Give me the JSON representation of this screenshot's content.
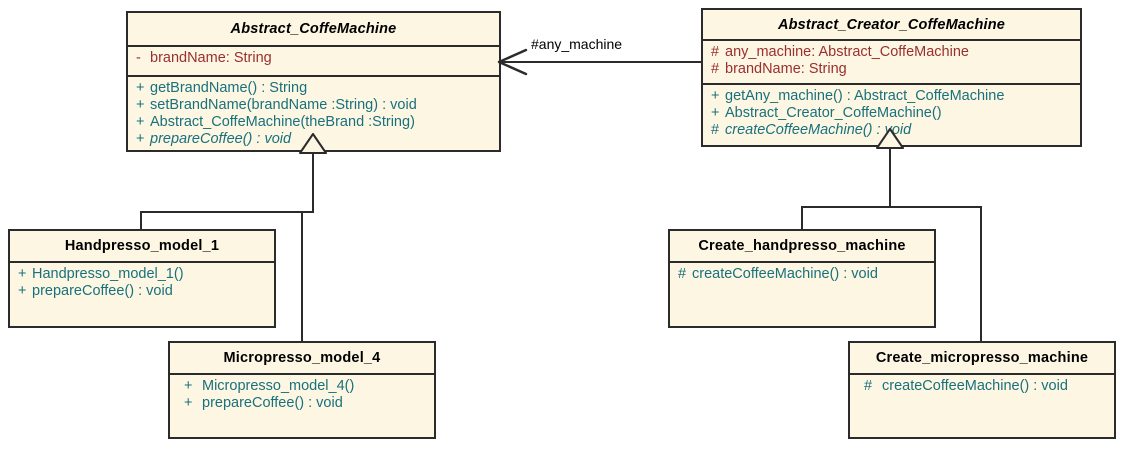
{
  "diagram": {
    "title": "UML Class Diagram - Abstract Factory Coffee Machine",
    "background_color": "#ffffff",
    "class_fill_color": "#fdf6e3",
    "border_color": "#2b2b2b",
    "attribute_color": "#9a2f2f",
    "operation_color": "#18717d"
  },
  "classes": [
    {
      "id": "abstract-coffemachine",
      "name": "Abstract_CoffeMachine",
      "abstract": true,
      "attributes": [
        {
          "visibility": "-",
          "text": "brandName:  String",
          "italic": false
        }
      ],
      "operations": [
        {
          "visibility": "+",
          "text": "getBrandName() : String",
          "italic": false
        },
        {
          "visibility": "+",
          "text": "setBrandName(brandName :String) : void",
          "italic": false
        },
        {
          "visibility": "+",
          "text": "Abstract_CoffeMachine(theBrand :String)",
          "italic": false
        },
        {
          "visibility": "+",
          "text": "prepareCoffee() : void",
          "italic": true
        }
      ]
    },
    {
      "id": "abstract-creator-coffemachine",
      "name": "Abstract_Creator_CoffeMachine",
      "abstract": true,
      "attributes": [
        {
          "visibility": "#",
          "text": "any_machine:  Abstract_CoffeMachine",
          "italic": false
        },
        {
          "visibility": "#",
          "text": "brandName:  String",
          "italic": false
        }
      ],
      "operations": [
        {
          "visibility": "+",
          "text": "getAny_machine() : Abstract_CoffeMachine",
          "italic": false
        },
        {
          "visibility": "+",
          "text": "Abstract_Creator_CoffeMachine()",
          "italic": false
        },
        {
          "visibility": "#",
          "text": "createCoffeeMachine() : void",
          "italic": true
        }
      ]
    },
    {
      "id": "handpresso-model-1",
      "name": "Handpresso_model_1",
      "abstract": false,
      "attributes": [],
      "operations": [
        {
          "visibility": "+",
          "text": "Handpresso_model_1()",
          "italic": false
        },
        {
          "visibility": "+",
          "text": "prepareCoffee() : void",
          "italic": false
        }
      ]
    },
    {
      "id": "micropresso-model-4",
      "name": "Micropresso_model_4",
      "abstract": false,
      "attributes": [],
      "operations": [
        {
          "visibility": "+",
          "text": "Micropresso_model_4()",
          "italic": false
        },
        {
          "visibility": "+",
          "text": "prepareCoffee() : void",
          "italic": false
        }
      ]
    },
    {
      "id": "create-handpresso-machine",
      "name": "Create_handpresso_machine",
      "abstract": false,
      "attributes": [],
      "operations": [
        {
          "visibility": "#",
          "text": "createCoffeeMachine() : void",
          "italic": false
        }
      ]
    },
    {
      "id": "create-micropresso-machine",
      "name": "Create_micropresso_machine",
      "abstract": false,
      "attributes": [],
      "operations": [
        {
          "visibility": "#",
          "text": "createCoffeeMachine() : void",
          "italic": false
        }
      ]
    }
  ],
  "relationships": {
    "association": {
      "label": "#any_machine",
      "from": "Abstract_Creator_CoffeMachine",
      "to": "Abstract_CoffeMachine",
      "arrow": "open"
    },
    "generalizations": [
      {
        "child": "Handpresso_model_1",
        "parent": "Abstract_CoffeMachine"
      },
      {
        "child": "Micropresso_model_4",
        "parent": "Abstract_CoffeMachine"
      },
      {
        "child": "Create_handpresso_machine",
        "parent": "Abstract_Creator_CoffeMachine"
      },
      {
        "child": "Create_micropresso_machine",
        "parent": "Abstract_Creator_CoffeMachine"
      }
    ]
  }
}
